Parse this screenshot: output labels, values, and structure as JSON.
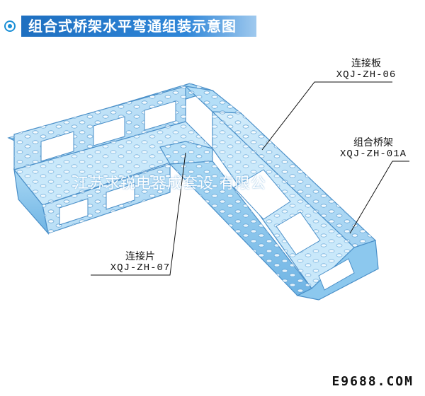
{
  "header": {
    "title": "组合式桥架水平弯通组装示意图",
    "bullet_icon": "double-circle-icon"
  },
  "callouts": [
    {
      "name": "连接板",
      "code": "XQJ-ZH-06"
    },
    {
      "name": "组合桥架",
      "code": "XQJ-ZH-01A"
    },
    {
      "name": "连接片",
      "code": "XQJ-ZH-07"
    }
  ],
  "watermark": "江苏求锐电器成套设    有限公",
  "footer": "E9688.COM",
  "colors": {
    "tray_face": "#bfe3f8",
    "tray_side": "#8cc8ee",
    "tray_edge": "#4a8fc8",
    "title_bar": "#2f86d8"
  }
}
